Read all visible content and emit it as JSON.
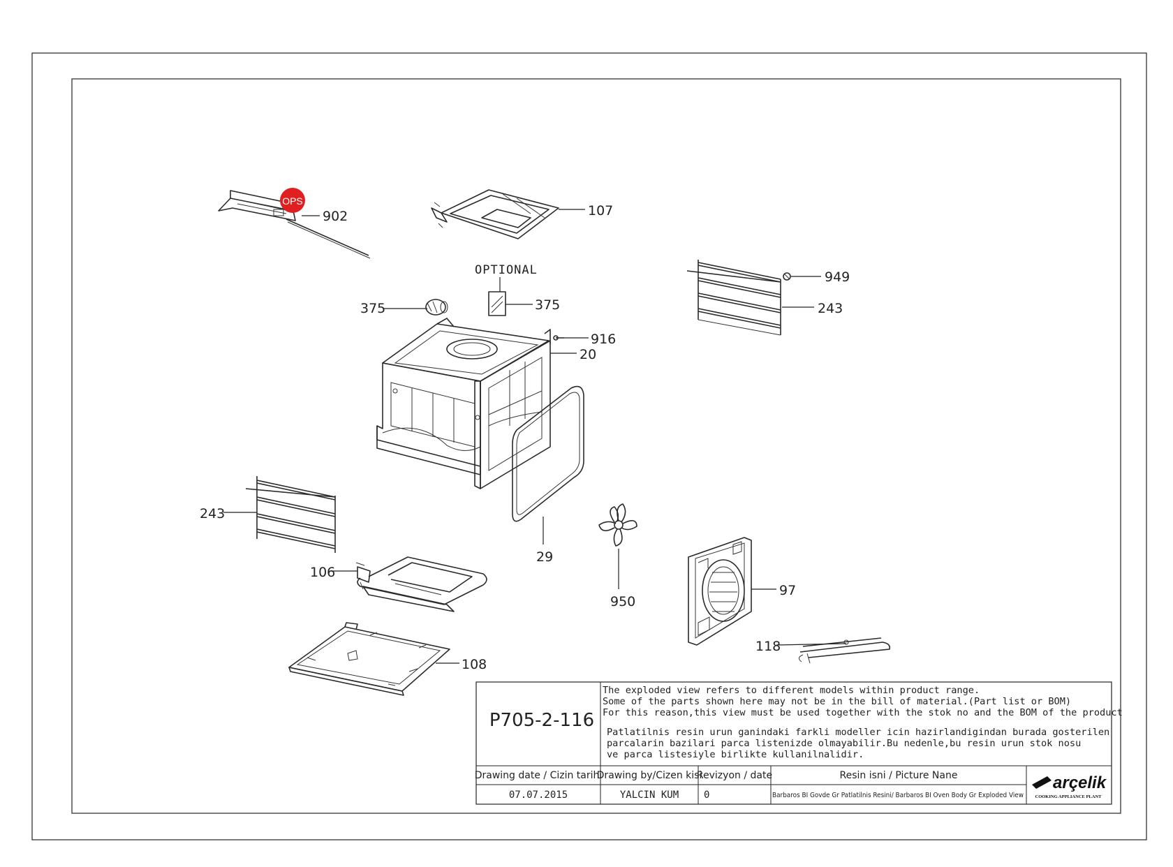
{
  "drawing": {
    "code": "P705-2-116",
    "badge": "OPS",
    "optional_label": "OPTIONAL",
    "notes_en": [
      "The exploded view refers to different models within product range.",
      "Some of the parts shown here may not be in the bill of material.(Part list or BOM)",
      "For this reason,this view must be used together with the stok no and the BOM of the product"
    ],
    "notes_tr": [
      "Patlatilnis resin urun ganindaki farkli modeller icin hazirlandigindan burada gosterilen",
      "parcalarin bazilari parca listenizde olmayabilir.Bu nedenle,bu resin urun stok nosu",
      " ve parca listesiyle birlikte kullanilnalidir."
    ]
  },
  "title_block": {
    "headers": {
      "date": "Drawing date / Cizin tarihi",
      "drawn_by": "Drawing by/Cizen kisi",
      "revision": "Revizyon / date",
      "picture_name": "Resin isni / Picture Nane"
    },
    "values": {
      "date": "07.07.2015",
      "drawn_by": "YALCIN KUM",
      "revision": "0",
      "picture_name": "Barbaros BI Govde Gr Patlatilnis Resini/ Barbaros BI Oven Body Gr Exploded View"
    },
    "brand": "arçelik",
    "brand_sub": "COOKING APPLIANCE PLANT"
  },
  "parts": {
    "p902": "902",
    "p107": "107",
    "p949": "949",
    "p243_right": "243",
    "p375_left": "375",
    "p375_right": "375",
    "p916": "916",
    "p20": "20",
    "p243_left": "243",
    "p29": "29",
    "p106": "106",
    "p950": "950",
    "p97": "97",
    "p118": "118",
    "p108": "108"
  },
  "colors": {
    "line": "#2a2a2a",
    "badge": "#e02020",
    "background": "#ffffff"
  }
}
